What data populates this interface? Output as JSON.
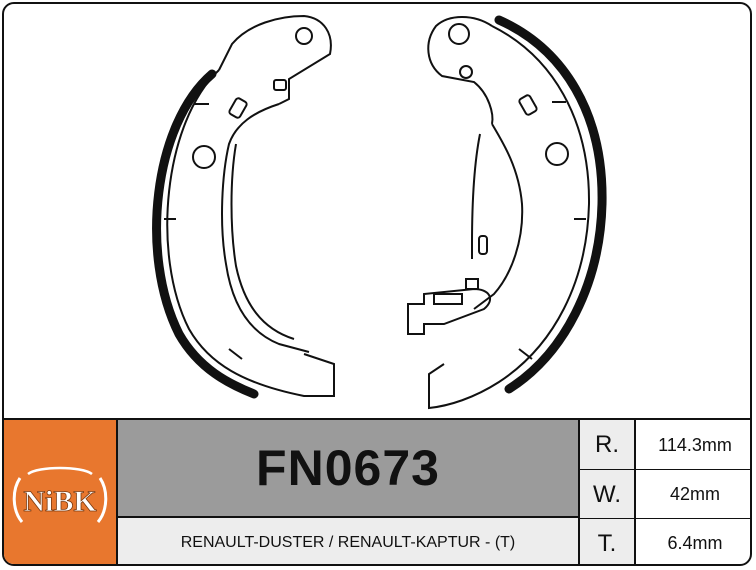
{
  "brand": {
    "logo_text": "NiBK",
    "logo_color": "#e8772e"
  },
  "product": {
    "part_number": "FN0673",
    "application": "RENAULT-DUSTER / RENAULT-KAPTUR - (T)"
  },
  "specs": [
    {
      "key": "R.",
      "value": "114.3mm"
    },
    {
      "key": "W.",
      "value": "42mm"
    },
    {
      "key": "T.",
      "value": "6.4mm"
    }
  ],
  "colors": {
    "part_cell": "#9b9b9b",
    "label_cells": "#ededed",
    "lining": "#1a1a1a"
  }
}
